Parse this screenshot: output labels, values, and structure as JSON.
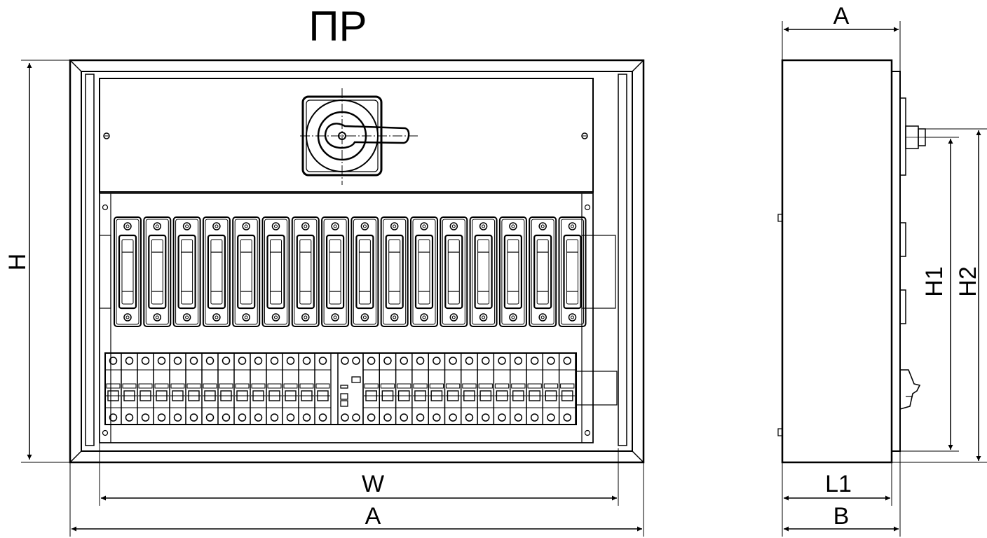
{
  "title": "ПР",
  "front": {
    "dim_height_label": "H",
    "dim_inner_width_label": "W",
    "dim_outer_width_label": "A",
    "fuse_count": 16,
    "terminal_left_count": 14,
    "terminal_right_count": 13
  },
  "side": {
    "dim_top_label": "A",
    "dim_h1_label": "H1",
    "dim_h2_label": "H2",
    "dim_l1_label": "L1",
    "dim_b_label": "B"
  }
}
